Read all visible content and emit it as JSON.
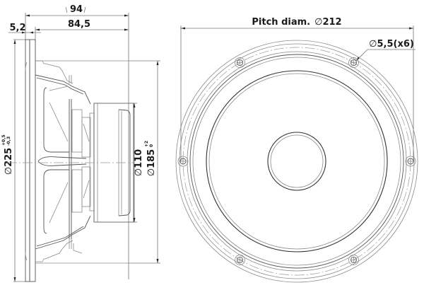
{
  "drawing": {
    "subject": "Loudspeaker driver mechanical drawing",
    "side_view": {
      "dimensions": {
        "overall_depth": "94",
        "depth_from_flange": "84,5",
        "flange_thickness": "5,2",
        "outer_diameter": "225",
        "outer_diameter_tol_upper": "+0,5",
        "outer_diameter_tol_lower": "-0,3",
        "magnet_diameter": "110",
        "cutout_diameter": "185",
        "cutout_tol_upper": "+2",
        "cutout_tol_lower": "0"
      },
      "diameter_symbol": "∅"
    },
    "front_view": {
      "pitch_label": "Pitch diam.",
      "pitch_value": "212",
      "hole_callout": "5,5(x6)",
      "hole_count": 6,
      "diameter_symbol": "∅"
    },
    "colors": {
      "line": "#8a8a8a",
      "text": "#1a1a1a",
      "background": "#ffffff"
    }
  }
}
